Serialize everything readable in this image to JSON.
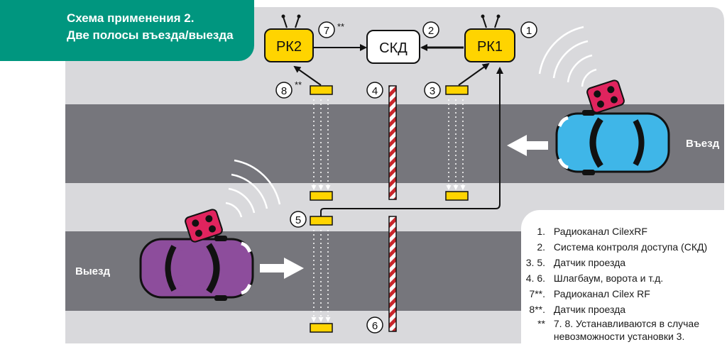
{
  "title": {
    "line1": "Схема применения 2.",
    "line2": "Две полосы въезда/выезда"
  },
  "devices": {
    "rk2": "РК2",
    "skd": "СКД",
    "rk1": "РК1"
  },
  "markers": {
    "m1": "1",
    "m2": "2",
    "m3": "3",
    "m4": "4",
    "m5": "5",
    "m6": "6",
    "m7": "7",
    "m7_suffix": "**",
    "m8": "8",
    "m8_suffix": "**"
  },
  "lanes": {
    "entry": "Въезд",
    "exit": "Выезд"
  },
  "legend": [
    {
      "num": "1.",
      "text": "Радиоканал CilexRF"
    },
    {
      "num": "2.",
      "text": "Система контроля доступа (СКД)"
    },
    {
      "num": "3. 5.",
      "text": "Датчик проезда"
    },
    {
      "num": "4. 6.",
      "text": "Шлагбаум, ворота и т.д."
    },
    {
      "num": "7**.",
      "text": "Радиоканал Cilex RF"
    },
    {
      "num": "8**.",
      "text": "Датчик проезда"
    },
    {
      "num": "**",
      "text": "7. 8. Устанавливаются в случае"
    },
    {
      "num": "",
      "text": "невозможности установки 3."
    }
  ],
  "colors": {
    "background": "#d9d9dc",
    "road": "#76767c",
    "teal": "#00967f",
    "yellow": "#ffd400",
    "entry_car": "#3fb6e8",
    "exit_car": "#8d4d9c",
    "remote": "#e0245e",
    "barrier_red": "#c8252b"
  }
}
